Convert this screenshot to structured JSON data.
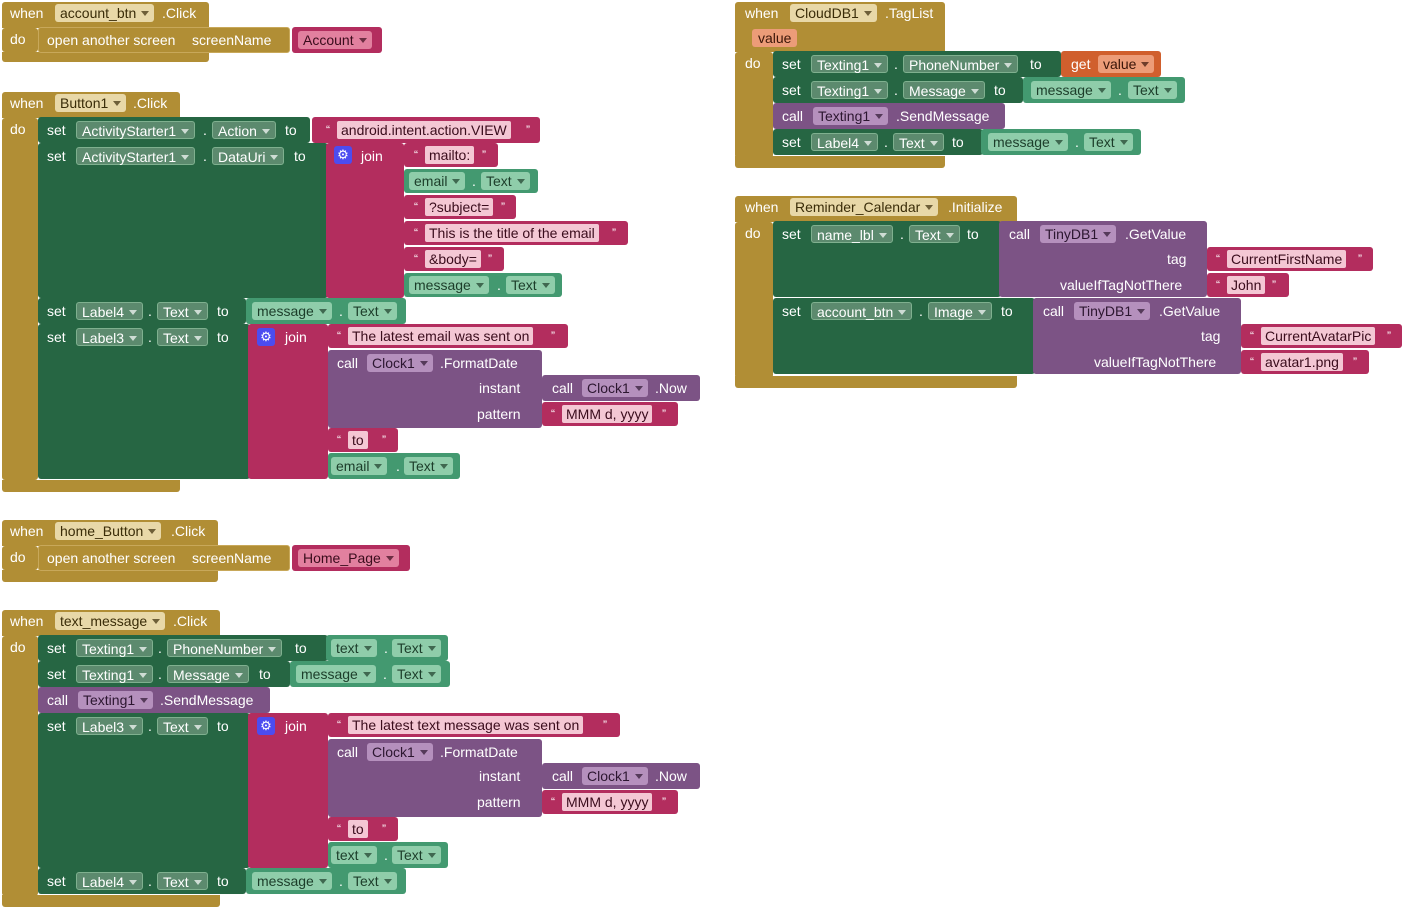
{
  "kw": {
    "when": "when",
    "do": "do",
    "set": "set",
    "call": "call",
    "to": "to",
    "join": "join",
    "dot": ".",
    "open_screen": "open another screen",
    "screenName": "screenName",
    "get": "get",
    "instant": "instant",
    "pattern": "pattern",
    "tag": "tag",
    "valueIfTagNotThere": "valueIfTagNotThere",
    "quote": "“",
    "endquote": "”"
  },
  "account_click": {
    "component": "account_btn",
    "event": ".Click",
    "screen": "Account"
  },
  "button1_click": {
    "component": "Button1",
    "event": ".Click",
    "s1": {
      "comp": "ActivityStarter1",
      "prop": "Action",
      "value": "android.intent.action.VIEW"
    },
    "s2": {
      "comp": "ActivityStarter1",
      "prop": "DataUri"
    },
    "join_items": {
      "mailto": "mailto:",
      "email_comp": "email",
      "email_prop": "Text",
      "subject": "?subject=",
      "title": "This is the title of the email",
      "body": "&body=",
      "msg_comp": "message",
      "msg_prop": "Text"
    },
    "s3": {
      "comp": "Label4",
      "prop": "Text",
      "src_comp": "message",
      "src_prop": "Text"
    },
    "s4": {
      "comp": "Label3",
      "prop": "Text",
      "str1": "The latest email was sent on",
      "clock": "Clock1",
      "format": ".FormatDate",
      "now": ".Now",
      "pattern_val": "MMM d, yyyy",
      "to_str": "to",
      "last_comp": "email",
      "last_prop": "Text"
    }
  },
  "home_click": {
    "component": "home_Button",
    "event": ".Click",
    "screen": "Home_Page"
  },
  "text_click": {
    "component": "text_message",
    "event": ".Click",
    "s1": {
      "comp": "Texting1",
      "prop": "PhoneNumber",
      "src_comp": "text",
      "src_prop": "Text"
    },
    "s2": {
      "comp": "Texting1",
      "prop": "Message",
      "src_comp": "message",
      "src_prop": "Text"
    },
    "call": {
      "comp": "Texting1",
      "method": ".SendMessage"
    },
    "s3": {
      "comp": "Label3",
      "prop": "Text",
      "str1": "The latest text message was sent on",
      "clock": "Clock1",
      "format": ".FormatDate",
      "now": ".Now",
      "pattern_val": "MMM d, yyyy",
      "to_str": "to",
      "last_comp": "text",
      "last_prop": "Text"
    },
    "s4": {
      "comp": "Label4",
      "prop": "Text",
      "src_comp": "message",
      "src_prop": "Text"
    }
  },
  "cloud_taglist": {
    "component": "CloudDB1",
    "event": ".TagList",
    "param": "value",
    "s1": {
      "comp": "Texting1",
      "prop": "PhoneNumber",
      "get_var": "value"
    },
    "s2": {
      "comp": "Texting1",
      "prop": "Message",
      "src_comp": "message",
      "src_prop": "Text"
    },
    "call": {
      "comp": "Texting1",
      "method": ".SendMessage"
    },
    "s3": {
      "comp": "Label4",
      "prop": "Text",
      "src_comp": "message",
      "src_prop": "Text"
    }
  },
  "reminder_init": {
    "component": "Reminder_Calendar",
    "event": ".Initialize",
    "s1": {
      "comp": "name_lbl",
      "prop": "Text",
      "db": "TinyDB1",
      "method": ".GetValue",
      "tag_val": "CurrentFirstName",
      "default_val": "John"
    },
    "s2": {
      "comp": "account_btn",
      "prop": "Image",
      "db": "TinyDB1",
      "method": ".GetValue",
      "tag_val": "CurrentAvatarPic",
      "default_val": "avatar1.png"
    }
  }
}
